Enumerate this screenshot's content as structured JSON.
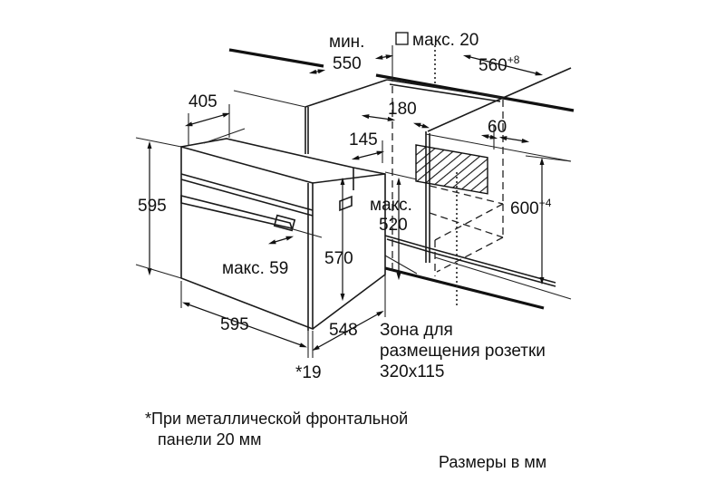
{
  "dimensions": {
    "min_label": "мин.",
    "min_550": "550",
    "max_20": "макс. 20",
    "w560": "560",
    "w560_tol": "+8",
    "d405": "405",
    "d180": "180",
    "d60": "60",
    "d145": "145",
    "h595": "595",
    "h600": "600",
    "h600_tol": "+4",
    "max_label": "макс.",
    "max_520": "520",
    "h570": "570",
    "max_59": "макс. 59",
    "w595": "595",
    "d548": "548",
    "star19": "*19"
  },
  "socket_zone": {
    "line1": "Зона для",
    "line2": "размещения розетки",
    "line3": "320x115"
  },
  "footnote": {
    "line1": "*При металлической фронтальной",
    "line2": "панели 20 мм"
  },
  "units_note": "Размеры в мм"
}
